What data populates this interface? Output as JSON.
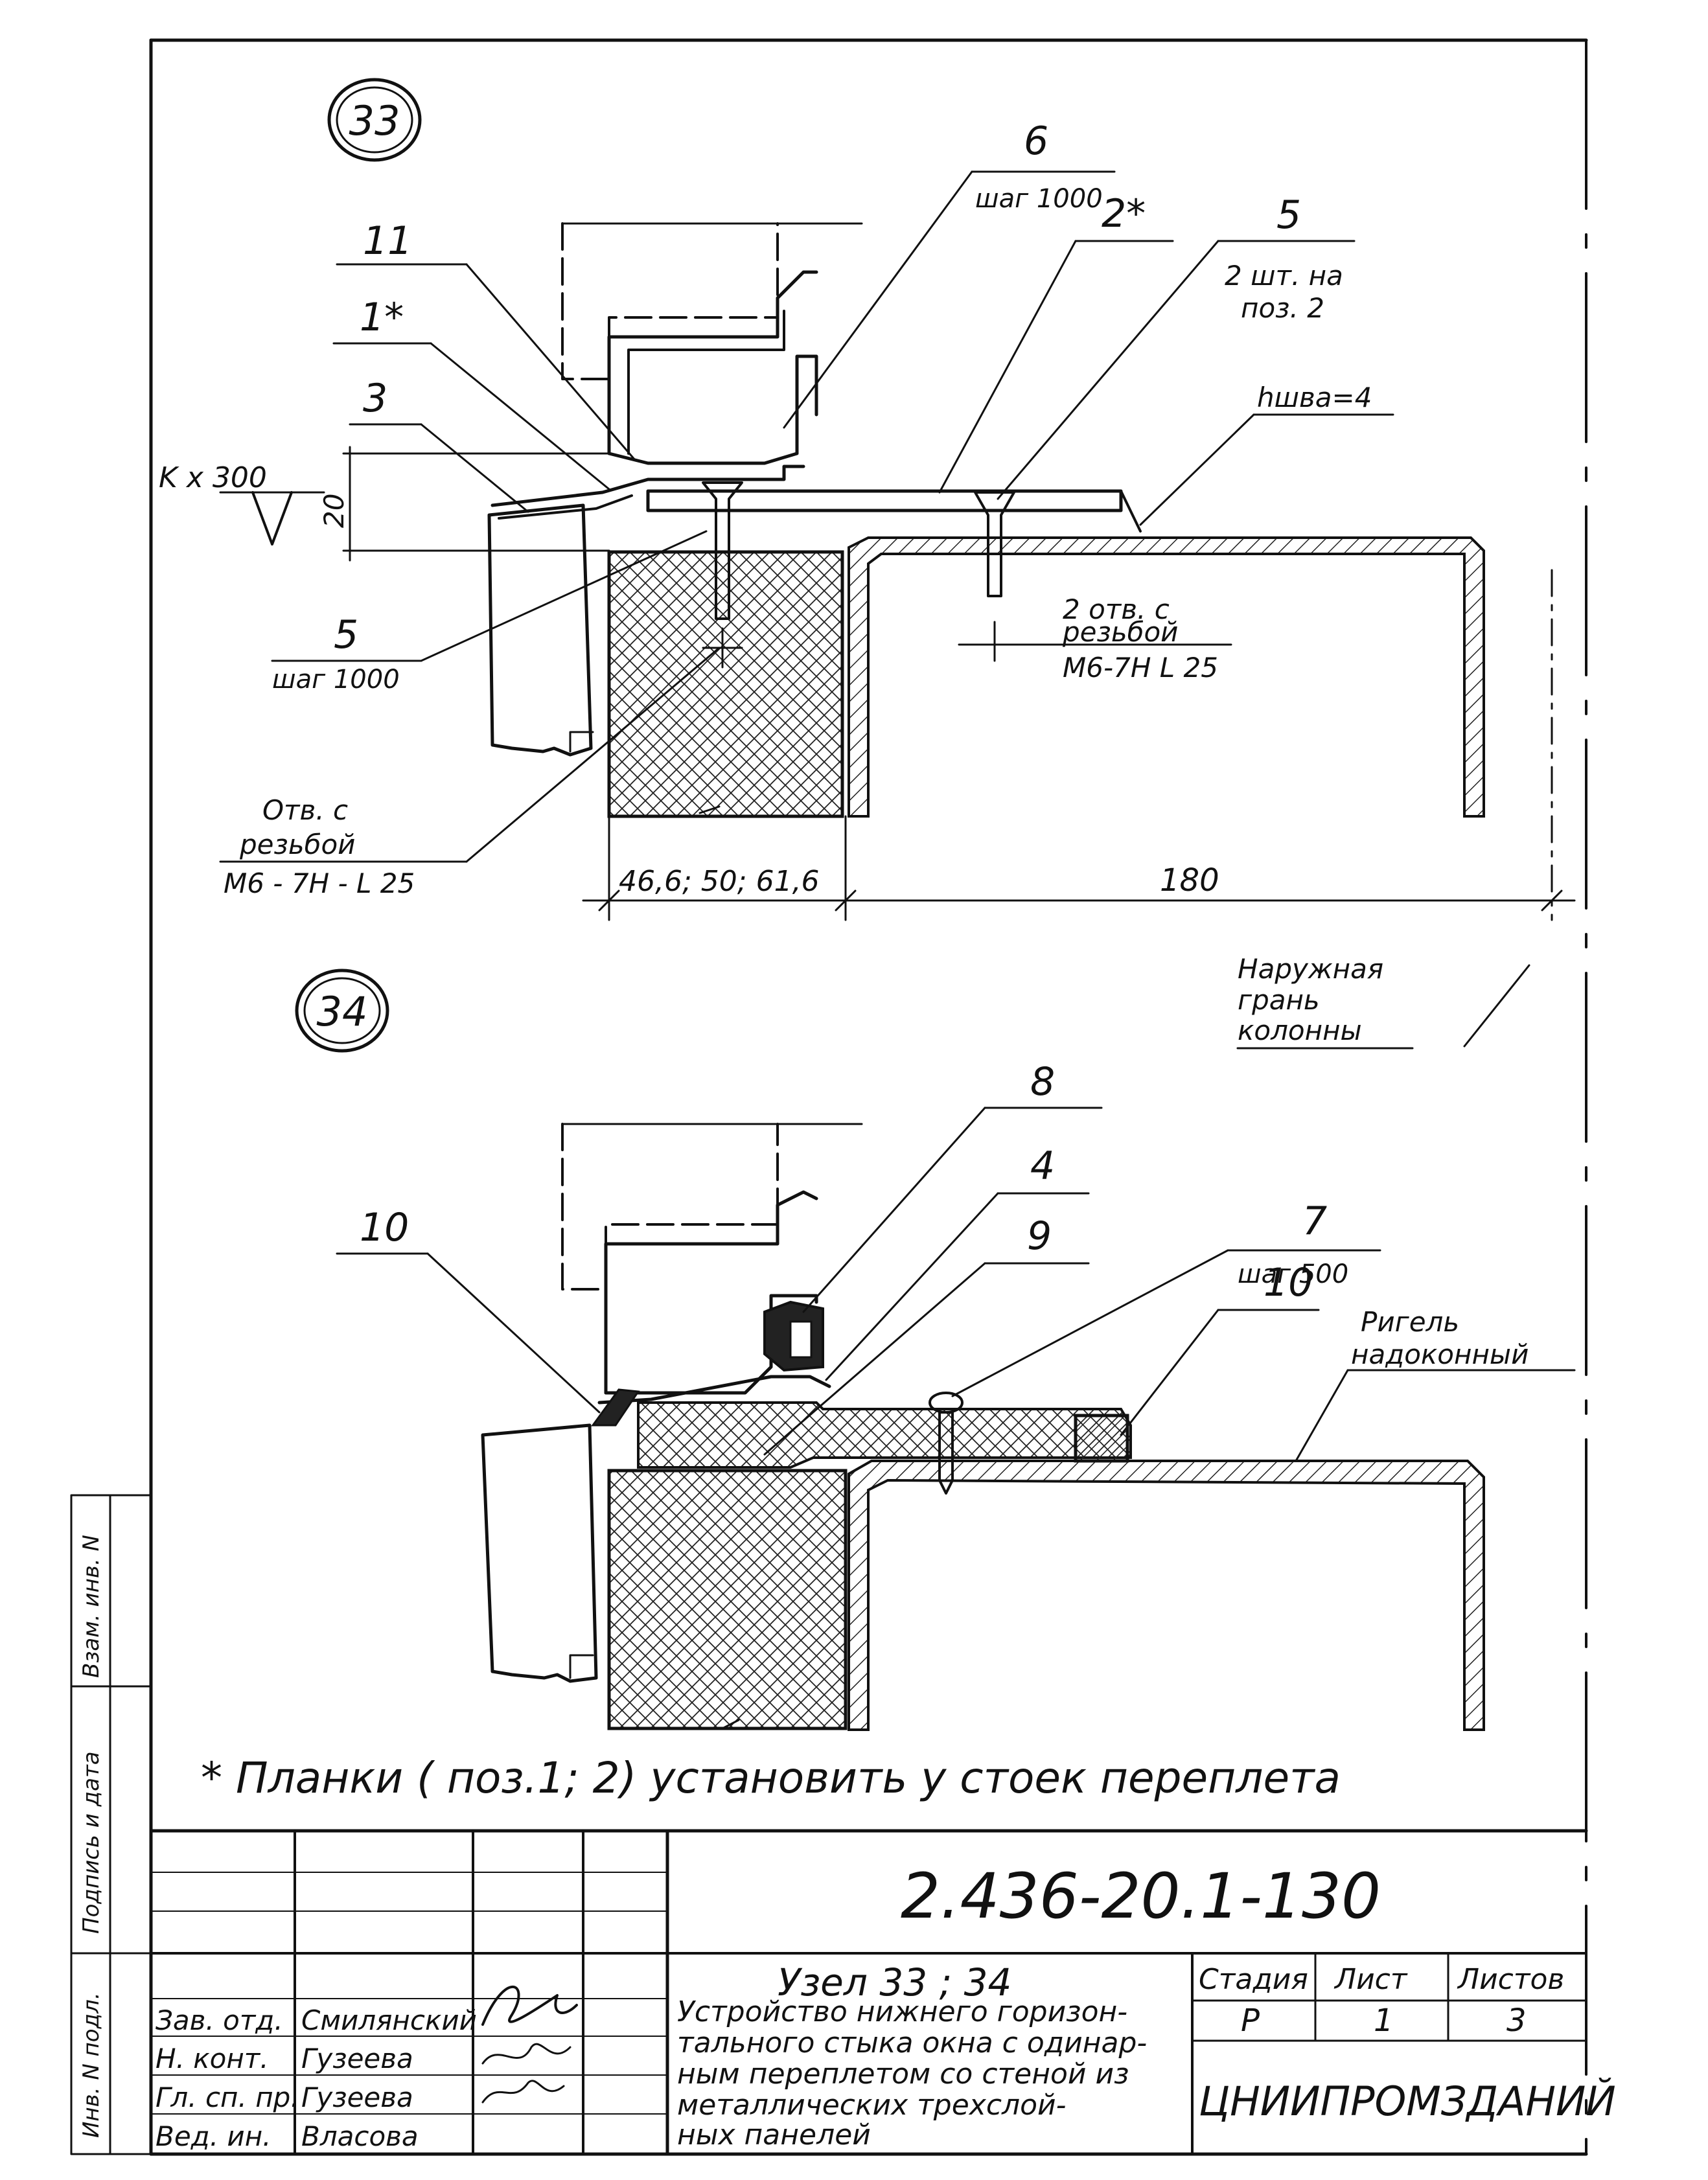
{
  "nodes": {
    "node33": {
      "circle_label": "33",
      "leaders": {
        "pos6": {
          "number": "6",
          "note": "шаг 1000"
        },
        "pos2": {
          "number": "2*"
        },
        "pos5_top": {
          "number": "5",
          "note_line1": "2 шт. на",
          "note_line2": "поз. 2"
        },
        "weld": {
          "note": "hшва=4"
        },
        "pos11": {
          "number": "11"
        },
        "pos1": {
          "number": "1*"
        },
        "pos3": {
          "number": "3"
        },
        "pos5_left": {
          "number": "5",
          "note": "шаг 1000"
        },
        "holes_right": {
          "line1": "2 отв. с",
          "line2": "резьбой",
          "line3": "М6-7Н L 25"
        },
        "hole_left": {
          "line1": "Отв. с",
          "line2": "резьбой",
          "line3": "М6 - 7Н - L 25"
        }
      },
      "kx300": "K x 300",
      "dim_20": "20",
      "dim_panel": "46,6; 50; 61,6",
      "dim_180": "180"
    },
    "outer_face_note": {
      "line1": "Наружная",
      "line2": "грань",
      "line3": "колонны"
    },
    "node34": {
      "circle_label": "34",
      "leaders": {
        "pos8": {
          "number": "8"
        },
        "pos4": {
          "number": "4"
        },
        "pos9": {
          "number": "9"
        },
        "pos7": {
          "number": "7",
          "note": "шаг 500"
        },
        "pos10_right": {
          "number": "10"
        },
        "pos10_left": {
          "number": "10"
        },
        "rigel": {
          "line1": "Ригель",
          "line2": "надоконный"
        }
      }
    }
  },
  "footnote": "* Планки ( поз.1; 2) установить у стоек переплета",
  "side_stamp": {
    "inv_no": "Инв. N подл.",
    "signature_date": "Подпись и дата",
    "replaced_inv": "Взам. инв. N"
  },
  "title_block": {
    "doc_code": "2.436-20.1-130",
    "title_line1": "Узел 33 ; 34",
    "title_line2": "Устройство нижнего горизон-",
    "title_line3": "тального стыка окна с одинар-",
    "title_line4": "ным переплетом со стеной из",
    "title_line5": "металлических трехслой-",
    "title_line6": "ных панелей",
    "stage_header": "Стадия",
    "sheet_header": "Лист",
    "sheets_header": "Листов",
    "stage_value": "Р",
    "sheet_value": "1",
    "sheets_value": "3",
    "organization": "ЦНИИПРОМЗДАНИЙ",
    "roles": [
      {
        "role": "Зав. отд.",
        "name": "Смилянский"
      },
      {
        "role": "Н. конт.",
        "name": "Гузеева"
      },
      {
        "role": "Гл. сп. пр.",
        "name": "Гузеева"
      },
      {
        "role": "Вед. ин.",
        "name": "Власова"
      }
    ]
  }
}
